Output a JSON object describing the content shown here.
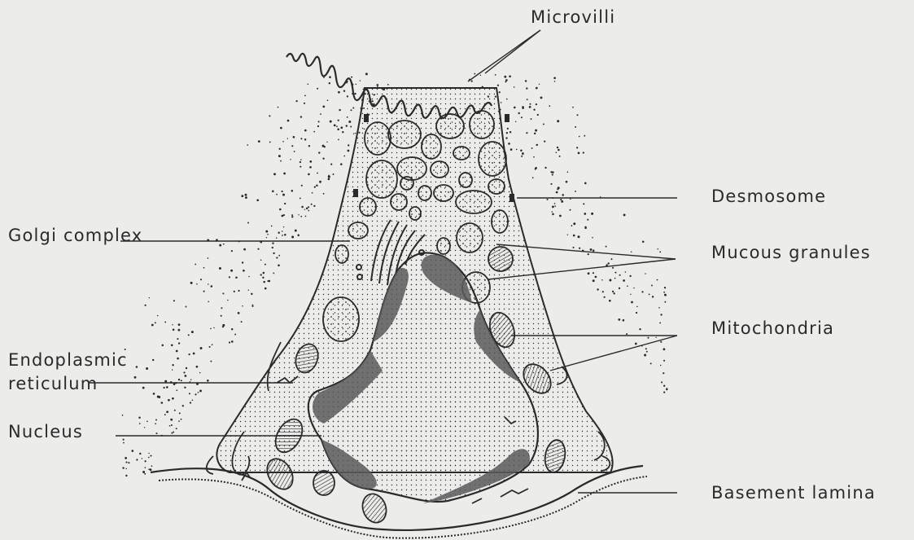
{
  "labels": {
    "microvilli": "Microvilli",
    "desmosome": "Desmosome",
    "golgi_complex": "Golgi complex",
    "mucous_granules": "Mucous granules",
    "mitochondria": "Mitochondria",
    "endoplasmic_line1": "Endoplasmic",
    "endoplasmic_line2": "reticulum",
    "nucleus": "Nucleus",
    "basement_lamina": "Basement lamina"
  },
  "colors": {
    "background": "#ececea",
    "ink": "#2a2a2a",
    "chromatin": "#5a5a5a"
  }
}
